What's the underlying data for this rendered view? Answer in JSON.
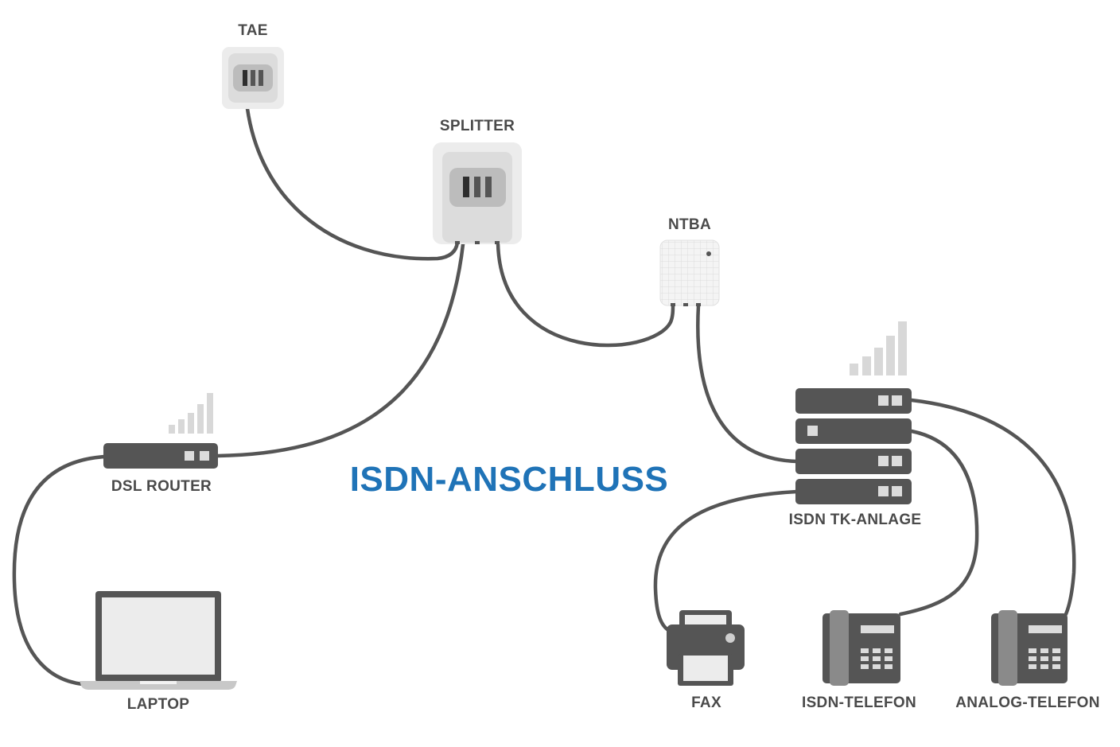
{
  "title": "ISDN-ANSCHLUSS",
  "devices": {
    "tae": "TAE",
    "splitter": "SPLITTER",
    "ntba": "NTBA",
    "dsl_router": "DSL ROUTER",
    "isdn_tk_anlage": "ISDN TK-ANLAGE",
    "laptop": "LAPTOP",
    "fax": "FAX",
    "isdn_telefon": "ISDN-TELEFON",
    "analog_telefon": "ANALOG-TELEFON"
  },
  "colors": {
    "title": "#1f73b7",
    "device_dark": "#555555",
    "device_light": "#e6e6e6",
    "signal_bars": "#d8d8d8",
    "cable": "#555555"
  }
}
